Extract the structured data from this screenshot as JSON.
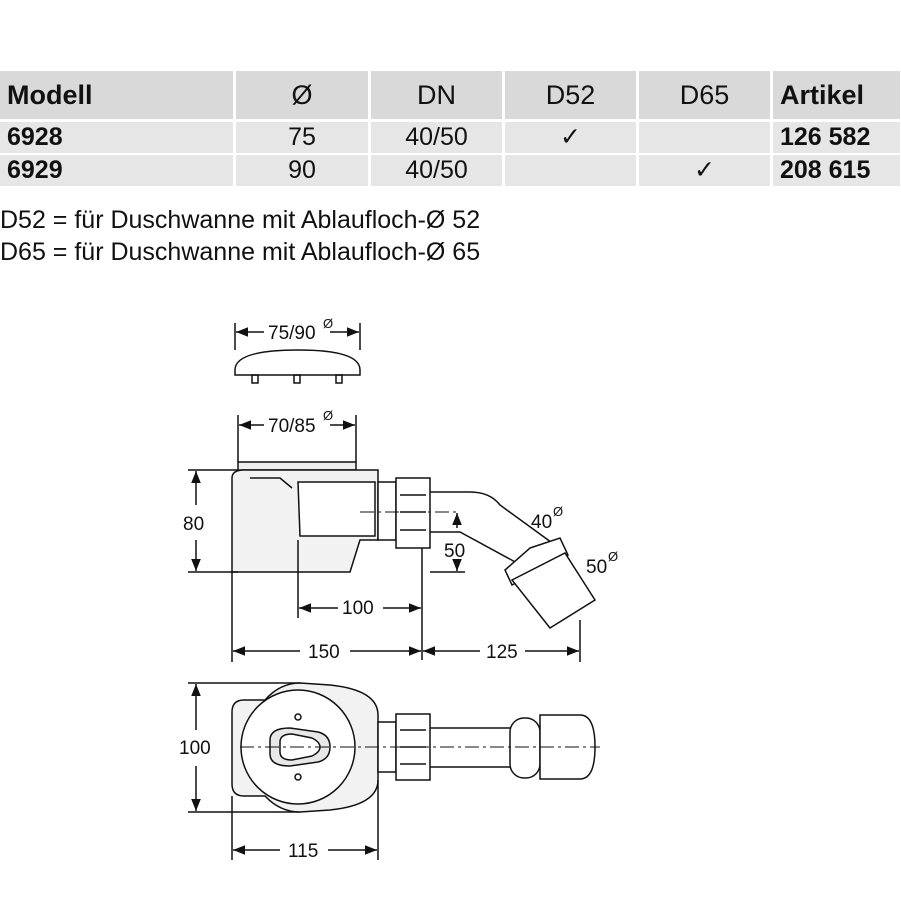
{
  "table": {
    "headers": [
      "Modell",
      "Ø",
      "DN",
      "D52",
      "D65",
      "Artikel"
    ],
    "rows": [
      {
        "modell": "6928",
        "dia": "75",
        "dn": "40/50",
        "d52": "✓",
        "d65": "",
        "artikel": "126 582"
      },
      {
        "modell": "6929",
        "dia": "90",
        "dn": "40/50",
        "d52": "",
        "d65": "✓",
        "artikel": "208 615"
      }
    ]
  },
  "legend": [
    "D52 = für Duschwanne mit Ablaufloch-Ø 52",
    "D65 = für Duschwanne mit Ablaufloch-Ø 65"
  ],
  "drawing": {
    "cover_width": "75/90",
    "top_width": "70/85",
    "height": "80",
    "outlet_height": "50",
    "offset": "100",
    "body_length": "150",
    "pipe_length": "125",
    "pipe_dia_1": "40",
    "pipe_dia_2": "50",
    "dia_symbol": "Ø",
    "plan_width": "100",
    "plan_length": "115"
  }
}
